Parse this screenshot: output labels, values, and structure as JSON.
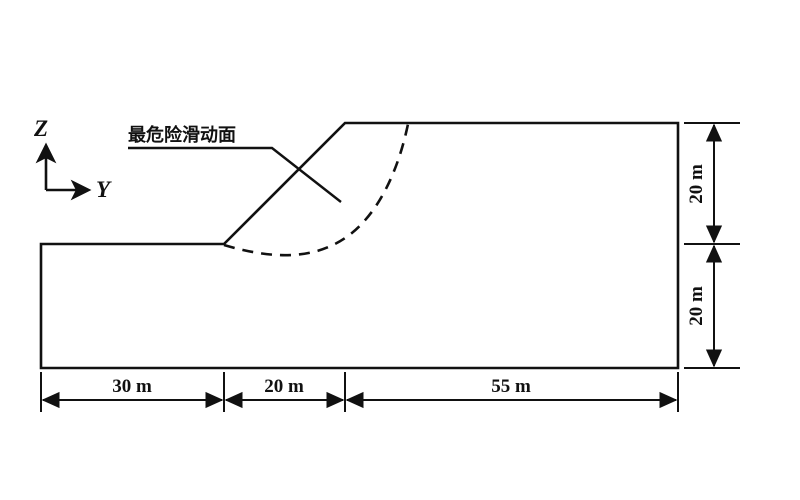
{
  "figure": {
    "kind": "engineering-cross-section",
    "background_color": "#ffffff",
    "line_color": "#111111",
    "annotation": {
      "text": "最危险滑动面",
      "meaning": "most-dangerous-slip-surface"
    },
    "axes": {
      "vertical_label": "Z",
      "horizontal_label": "Y"
    },
    "horizontal_dimensions": [
      {
        "label": "30 m",
        "value": 30,
        "unit": "m",
        "span": "left-bench"
      },
      {
        "label": "20 m",
        "value": 20,
        "unit": "m",
        "span": "slope-face-run"
      },
      {
        "label": "55 m",
        "value": 55,
        "unit": "m",
        "span": "upper-plateau"
      }
    ],
    "vertical_dimensions": [
      {
        "label": "20 m",
        "value": 20,
        "unit": "m",
        "span": "slope-height-upper"
      },
      {
        "label": "20 m",
        "value": 20,
        "unit": "m",
        "span": "foundation-lower"
      }
    ],
    "legend_items": [
      {
        "name": "ground-profile",
        "style": "solid"
      },
      {
        "name": "slip-surface",
        "style": "dashed"
      }
    ]
  },
  "chart_data": {
    "type": "line",
    "title": "",
    "xlabel": "Y",
    "ylabel": "Z",
    "xlim": [
      0,
      105
    ],
    "ylim": [
      0,
      40
    ],
    "grid": false,
    "legend": "none",
    "annotations": [
      {
        "text": "最危险滑动面",
        "target": "slip-surface",
        "leader": true
      }
    ],
    "series": [
      {
        "name": "ground-profile",
        "style": "solid",
        "x": [
          0,
          0,
          30,
          50,
          105,
          105,
          0
        ],
        "y": [
          0,
          20,
          20,
          40,
          40,
          0,
          0
        ]
      },
      {
        "name": "slip-surface",
        "style": "dashed",
        "x": [
          30,
          35,
          40,
          45,
          50,
          55,
          58,
          60
        ],
        "y": [
          20,
          18.2,
          17.4,
          18.2,
          21.2,
          27.5,
          33.5,
          40
        ]
      }
    ],
    "dimension_annotations": {
      "horizontal": [
        {
          "label": "30 m",
          "from_x": 0,
          "to_x": 30
        },
        {
          "label": "20 m",
          "from_x": 30,
          "to_x": 50
        },
        {
          "label": "55 m",
          "from_x": 50,
          "to_x": 105
        }
      ],
      "vertical": [
        {
          "label": "20 m",
          "from_y": 20,
          "to_y": 40
        },
        {
          "label": "20 m",
          "from_y": 0,
          "to_y": 20
        }
      ]
    }
  }
}
